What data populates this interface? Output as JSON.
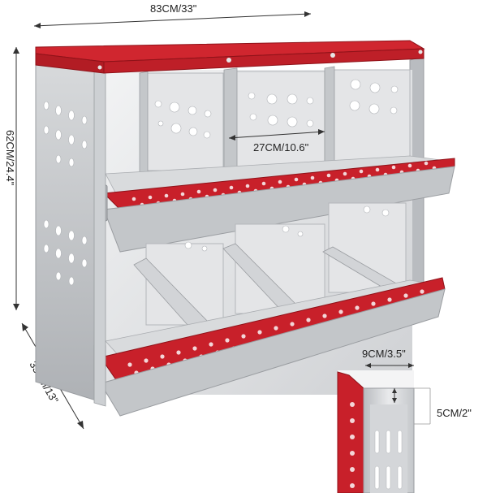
{
  "dimensions": {
    "width": "83CM/33\"",
    "height": "62CM/24.4\"",
    "depth": "33CM/13\"",
    "compartment_width": "27CM/10.6\"",
    "lip_width": "9CM/3.5\"",
    "lip_height": "5CM/2\""
  },
  "colors": {
    "frame_silver": "#c9cbce",
    "panel_light": "#e6e7e9",
    "accent_red": "#c8202a",
    "dim_line": "#333333"
  }
}
